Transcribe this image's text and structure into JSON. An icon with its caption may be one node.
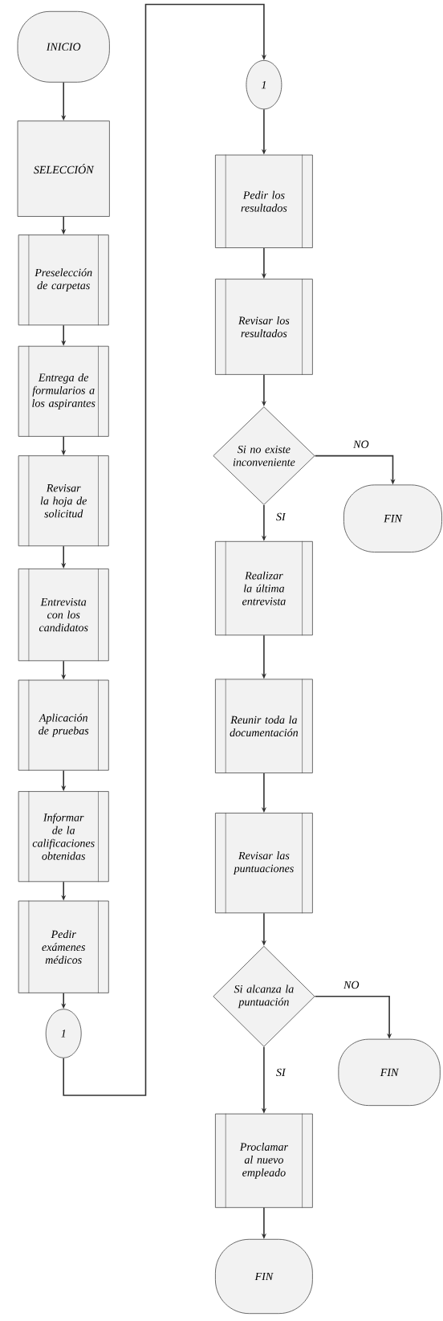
{
  "diagram": {
    "nodes": [
      {
        "text": [
          "INICIO"
        ]
      },
      {
        "text": [
          "SELECCIÓN"
        ]
      },
      {
        "text": [
          "Preselección de carpetas"
        ]
      },
      {
        "text": [
          "Entrega de formularios a los aspirantes"
        ]
      },
      {
        "text": [
          "Revisar la hoja de solicitud"
        ]
      },
      {
        "text": [
          "Entrevista con los candidatos"
        ]
      },
      {
        "text": [
          "Aplicación de pruebas"
        ]
      },
      {
        "text": [
          "Informar de la calificaciones obtenidas"
        ]
      },
      {
        "text": [
          "Pedir exámenes médicos"
        ]
      },
      {
        "text": [
          "1"
        ]
      },
      {
        "text": [
          "1"
        ]
      },
      {
        "text": [
          "Pedir los resultados"
        ]
      },
      {
        "text": [
          "Revisar los resultados"
        ]
      },
      {
        "text": [
          "Si no existe inconveniente"
        ]
      },
      {
        "text": [
          "FIN"
        ]
      },
      {
        "text": [
          "Realizar la última entrevista"
        ]
      },
      {
        "text": [
          "Reunir toda la documentación"
        ]
      },
      {
        "text": [
          "Revisar las puntuaciones"
        ]
      },
      {
        "text": [
          "Si alcanza la puntuación"
        ]
      },
      {
        "text": [
          "FIN"
        ]
      },
      {
        "text": [
          "Proclamar al nuevo empleado"
        ]
      },
      {
        "text": [
          "FIN"
        ]
      }
    ],
    "edges": [
      {
        "from": 0,
        "to": 1,
        "arrow": "to"
      },
      {
        "from": 1,
        "to": 2,
        "arrow": "to"
      },
      {
        "from": 2,
        "to": 3,
        "arrow": "to"
      },
      {
        "from": 3,
        "to": 4,
        "arrow": "to"
      },
      {
        "from": 4,
        "to": 5,
        "arrow": "to"
      },
      {
        "from": 5,
        "to": 6,
        "arrow": "to"
      },
      {
        "from": 6,
        "to": 7,
        "arrow": "to"
      },
      {
        "from": 7,
        "to": 8,
        "arrow": "to"
      },
      {
        "from": 8,
        "to": 9,
        "arrow": "to"
      },
      {
        "from": 9,
        "to": 10,
        "arrow": "to"
      },
      {
        "from": 10,
        "to": 11,
        "arrow": "to"
      },
      {
        "from": 11,
        "to": 12,
        "arrow": "to"
      },
      {
        "from": 12,
        "to": 13,
        "arrow": "to"
      },
      {
        "from": 13,
        "to": 14,
        "arrow": "to",
        "label": "NO"
      },
      {
        "from": 13,
        "to": 15,
        "arrow": "to",
        "label": "SI"
      },
      {
        "from": 15,
        "to": 16,
        "arrow": "to"
      },
      {
        "from": 16,
        "to": 17,
        "arrow": "to"
      },
      {
        "from": 17,
        "to": 18,
        "arrow": "to"
      },
      {
        "from": 18,
        "to": 19,
        "arrow": "to",
        "label": "NO"
      },
      {
        "from": 18,
        "to": 20,
        "arrow": "to",
        "label": "SI"
      },
      {
        "from": 20,
        "to": 21,
        "arrow": "to"
      }
    ]
  }
}
